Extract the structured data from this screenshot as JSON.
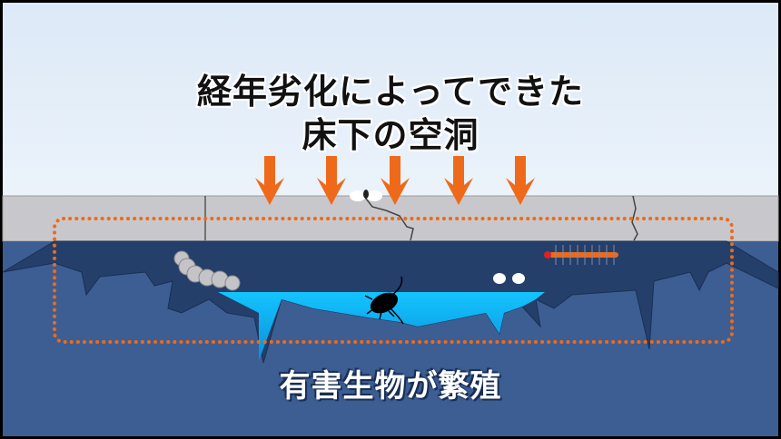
{
  "title": {
    "line1": "経年劣化によってできた",
    "line2": "床下の空洞"
  },
  "caption": "有害生物が繁殖",
  "colors": {
    "arrow": "#ee6a1a",
    "ground": "#3d5e93",
    "cavity": "#243f6a",
    "cavity_light": "#1fb6f0",
    "slab": "#c8c8cc",
    "dotted_frame": "#ee6a1a"
  }
}
